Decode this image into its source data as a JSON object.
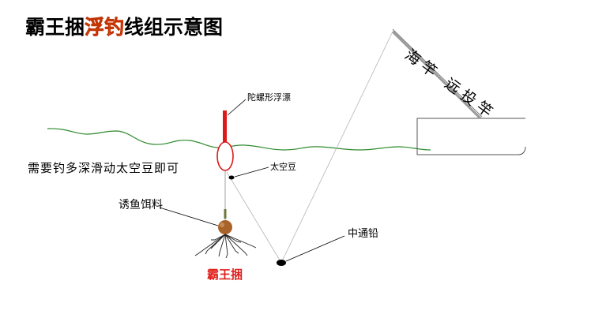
{
  "title": {
    "part1": "霸王捆",
    "part2": "浮钓",
    "part3": "线组示意图"
  },
  "labels": {
    "rod": "海竿 远投竿",
    "float": "陀螺形浮漂",
    "depth_note": "需要钓多深滑动太空豆即可",
    "stopper": "太空豆",
    "bait": "诱鱼饵料",
    "sinker": "中通铅",
    "hook": "霸王捆"
  },
  "colors": {
    "title_black": "#000000",
    "title_accent": "#e8641c",
    "water": "#2e8b2e",
    "float_red": "#dd1a1a",
    "hook_label": "#e0201c",
    "bait": "#a8632a",
    "line": "#b5b5b5"
  }
}
